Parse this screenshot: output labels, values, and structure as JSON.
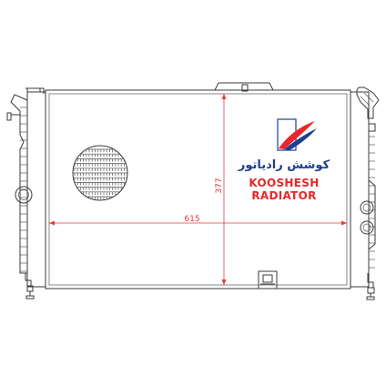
{
  "dimensions": {
    "width_label": "615",
    "height_label": "377"
  },
  "brand": {
    "name_fa": "کوشش رادیاتور",
    "line1": "KOOSHESH",
    "line2": "RADIATOR",
    "color_red": "#e8262a",
    "color_blue": "#1d3f8f"
  },
  "colors": {
    "line": "#3a3a3a",
    "dimension": "#e33b3b",
    "background": "#ffffff"
  }
}
